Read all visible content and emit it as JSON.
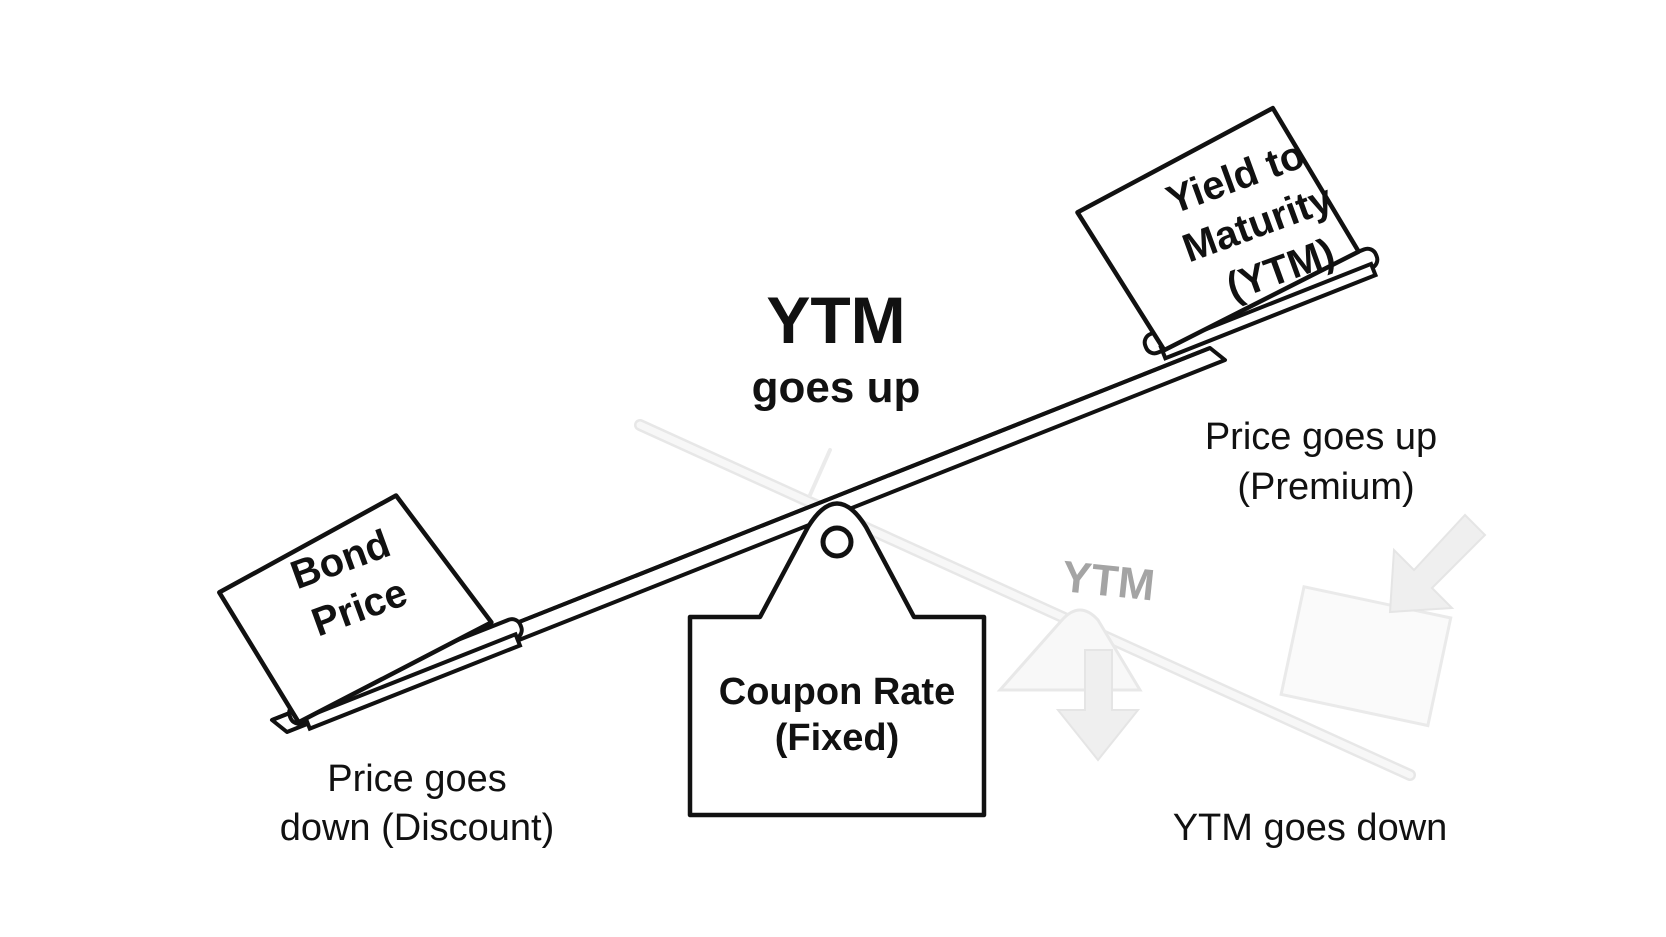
{
  "diagram": {
    "headline_line1": "YTM",
    "headline_line2": "goes up",
    "left_box": {
      "line1": "Bond",
      "line2": "Price"
    },
    "right_box": {
      "line1": "Yield to",
      "line2": "Maturity",
      "line3": "(YTM)"
    },
    "fulcrum": {
      "line1": "Coupon Rate",
      "line2": "(Fixed)"
    },
    "left_caption": {
      "line1": "Price goes",
      "line2": "down (Discount)"
    },
    "right_caption": {
      "line1": "Price goes up",
      "line2": "(Premium)"
    },
    "ghost_label": "YTM",
    "bottom_right_caption": "YTM goes down"
  },
  "colors": {
    "ink": "#111111",
    "ghost": "#c9c9c9",
    "ghost_text": "#9a9a9a",
    "background": "#ffffff"
  }
}
